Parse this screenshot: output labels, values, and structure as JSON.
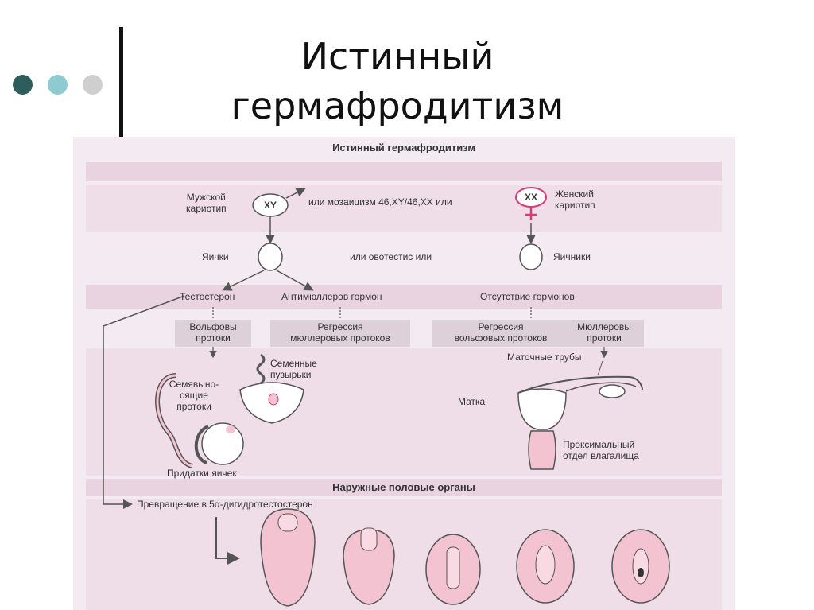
{
  "slide": {
    "title_line1": "Истинный",
    "title_line2": "гермафродитизм",
    "dot_colors": [
      "#2e5e5c",
      "#8ccbd0",
      "#cfcfcf"
    ]
  },
  "figure": {
    "header": "Истинный гермафродитизм",
    "male_karyotype": "Мужской\nкариотип",
    "xy": "XY",
    "mosaic": "или мозаицизм 46,XY/46,XX или",
    "xx": "XX",
    "female_karyotype": "Женский\nкариотип",
    "testes": "Яички",
    "ovotestis": "или овотестис или",
    "ovaries": "Яичники",
    "testosterone": "Тестостерон",
    "amh": "Антимюллеров гормон",
    "no_hormones": "Отсутствие гормонов",
    "wolffian": "Вольфовы\nпротоки",
    "mullerian_regression": "Регрессия\nмюллеровых протоков",
    "wolffian_regression": "Регрессия\nвольфовых протоков",
    "mullerian": "Мюллеровы\nпротоки",
    "seminal_vesicles": "Семенные\nпузырьки",
    "vas_deferens": "Семявыно-\nсящие\nпротоки",
    "epididymis": "Придатки яичек",
    "fallopian_tubes": "Маточные трубы",
    "uterus": "Матка",
    "proximal_vagina": "Проксимальный\nотдел влагалища",
    "external_genitalia": "Наружные половые органы",
    "dht": "Превращение в 5α-дигидротестостерон",
    "colors": {
      "background": "#f4eaf1",
      "band": "#e9d3e1",
      "box": "#ddd0d9",
      "pink": "#f4c3d2",
      "magenta": "#d63c7a",
      "line": "#555555"
    }
  }
}
